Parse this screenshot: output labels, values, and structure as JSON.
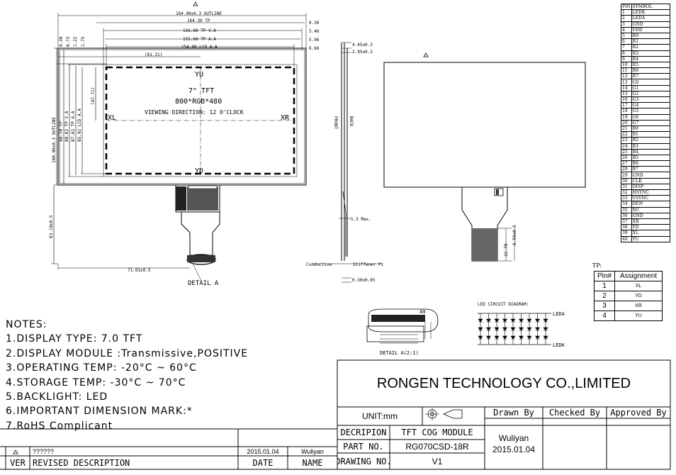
{
  "dims": {
    "outline_w": "164.90±0.3 OUTLINE",
    "tp_w": "164.30 TP",
    "tp_va_w": "156.60 TP V.A",
    "tp_aa_w": "155.60 TP A.A",
    "lcd_aa_w": "154.08 LCD A.A",
    "r1": "0.30",
    "r2": "5.46",
    "r3": "5.96",
    "r4": "6.66",
    "l1": "0.30",
    "l2": "0.72",
    "l3": "1.22",
    "l4": "1.75",
    "center_w": "(81.21)",
    "outline_h": "100.00±0.3 OUTLINE",
    "tp_h": "98.70 TP",
    "tp_va_h": "88.62 TP V.A",
    "tp_aa_h": "87.62 TP A.A",
    "lcd_aa_h": "85.92 LCD A.A",
    "center_h": "(47.71)",
    "fpc_h": "63.18±0.5",
    "fpc_x": "71.01±0.5",
    "side_t1": "4.45±0.3",
    "side_t2": "2.95±0.3",
    "side_max": "1.5 Max.",
    "side_bot": "0.30±0.05",
    "rear_d1": "22.70",
    "rear_d2": "6.50±0.5"
  },
  "front": {
    "yu": "YU",
    "yd": "YD",
    "xl": "XL",
    "xr": "XR",
    "size": "7\" TFT",
    "res": "800*RGB*480",
    "view": "VIEWING DIRECTION: 12 O'CLOCK",
    "detail": "DETAIL A"
  },
  "side": {
    "front": "FRONT",
    "back": "BACK",
    "conductive": "Conductive",
    "stiffener": "Stiffener Pi"
  },
  "detail_a": {
    "label": "DETAIL A(2:1)",
    "pin_count": "40"
  },
  "led": {
    "title": "LED CIRCUIT DIAGRAM:",
    "leda": "LEDA",
    "ledk": "LEDK"
  },
  "notes": [
    "NOTES:",
    "1.DISPLAY TYPE:     7.0 TFT",
    "2.DISPLAY MODULE :Transmissive,POSITIVE",
    "3.OPERATING TEMP: -20°C  ~ 60°C",
    "4.STORAGE TEMP:    -30°C  ~ 70°C",
    "5.BACKLIGHT: LED",
    "6.IMPORTANT DIMENSION MARK:*",
    "7.RoHS Complicant"
  ],
  "pin_table": {
    "head": [
      "PIN",
      "SYMBOL"
    ],
    "rows": [
      [
        "1",
        "LEDK"
      ],
      [
        "2",
        "LEDA"
      ],
      [
        "3",
        "GND"
      ],
      [
        "4",
        "VDD"
      ],
      [
        "5",
        "R0"
      ],
      [
        "6",
        "R1"
      ],
      [
        "7",
        "R2"
      ],
      [
        "8",
        "R3"
      ],
      [
        "9",
        "R4"
      ],
      [
        "10",
        "R5"
      ],
      [
        "11",
        "R6"
      ],
      [
        "12",
        "R7"
      ],
      [
        "13",
        "G0"
      ],
      [
        "14",
        "G1"
      ],
      [
        "15",
        "G2"
      ],
      [
        "16",
        "G3"
      ],
      [
        "17",
        "G4"
      ],
      [
        "18",
        "G5"
      ],
      [
        "19",
        "G6"
      ],
      [
        "20",
        "G7"
      ],
      [
        "21",
        "B0"
      ],
      [
        "22",
        "B1"
      ],
      [
        "23",
        "B2"
      ],
      [
        "24",
        "B3"
      ],
      [
        "25",
        "B4"
      ],
      [
        "26",
        "B5"
      ],
      [
        "27",
        "B6"
      ],
      [
        "28",
        "B7"
      ],
      [
        "29",
        "GND"
      ],
      [
        "30",
        "CLK"
      ],
      [
        "31",
        "DISP"
      ],
      [
        "32",
        "HSYNC"
      ],
      [
        "33",
        "VSYNC"
      ],
      [
        "34",
        "DEN"
      ],
      [
        "35",
        "NC"
      ],
      [
        "36",
        "GND"
      ],
      [
        "37",
        "XR"
      ],
      [
        "38",
        "YD"
      ],
      [
        "39",
        "XL"
      ],
      [
        "40",
        "YU"
      ]
    ]
  },
  "tp_table": {
    "title": "TP:",
    "head": [
      "Pin#",
      "Assignment"
    ],
    "rows": [
      [
        "1",
        "XL"
      ],
      [
        "2",
        "YD"
      ],
      [
        "3",
        "XR"
      ],
      [
        "4",
        "YU"
      ]
    ]
  },
  "title_block": {
    "company": "RONGEN TECHNOLOGY CO.,LIMITED",
    "unit": "UNIT:mm",
    "drawn_by": "Drawn By",
    "checked_by": "Checked By",
    "approved_by": "Approved By",
    "descrip_label": "DECRIPION",
    "descrip": "TFT COG MODULE",
    "part_label": "PART NO.",
    "part": "RG070CSD-18R",
    "drawing_label": "DRAWING NO.",
    "drawing": "V1",
    "drawer": "Wuliyan",
    "drawer_date": "2015.01.04",
    "rev_desc": "??????",
    "rev_date": "2015.01.04",
    "rev_name": "Wuliyan",
    "ver_label": "VER",
    "revised_label": "REVISED DESCRIPTION",
    "date_label": "DATE",
    "name_label": "NAME"
  }
}
